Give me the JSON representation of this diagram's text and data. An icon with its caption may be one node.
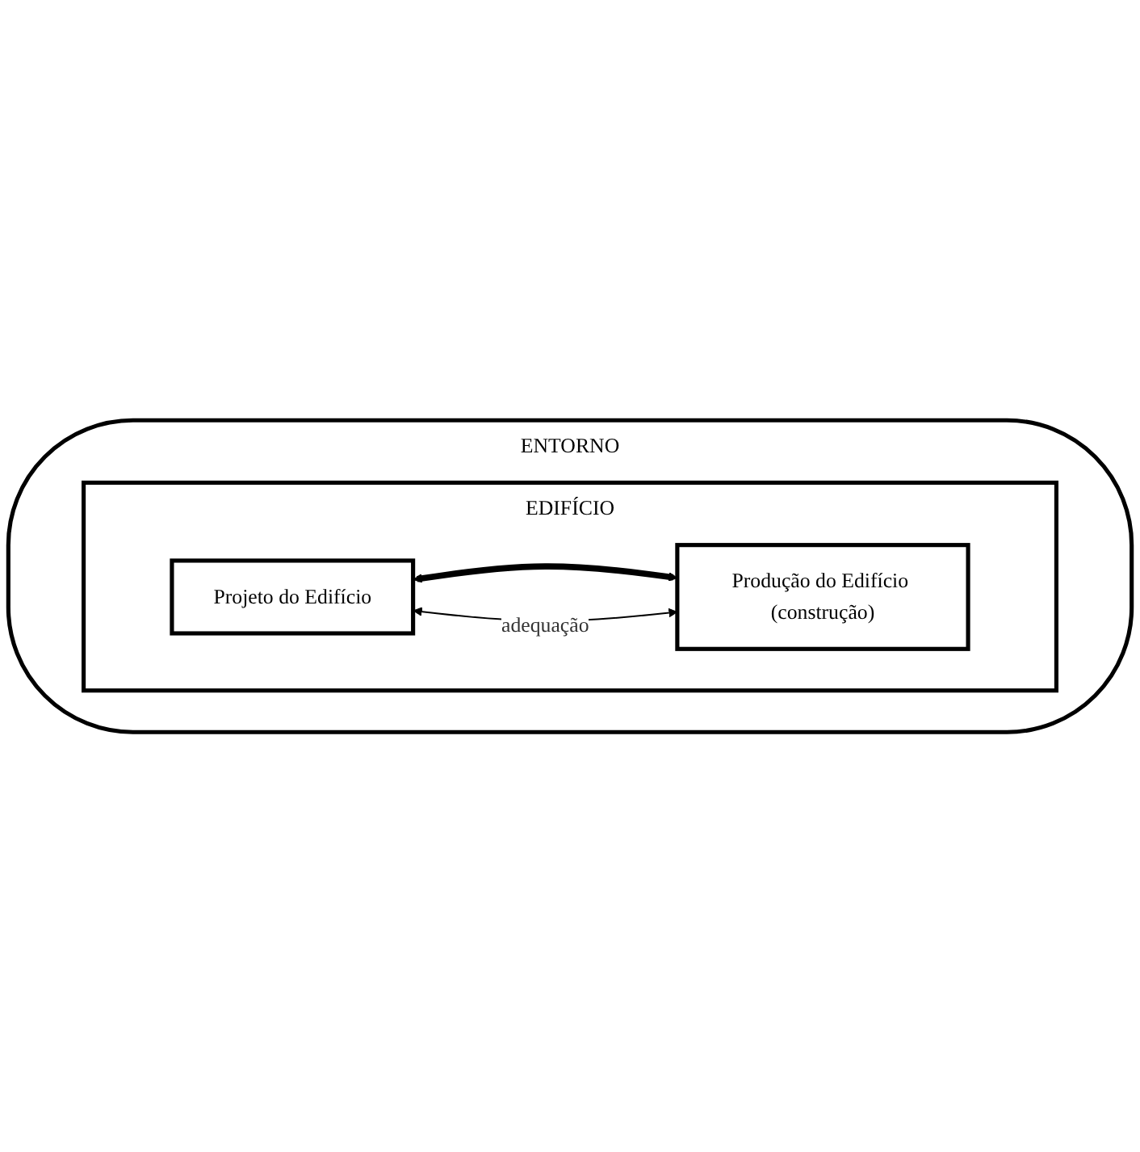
{
  "diagram": {
    "nodes": [
      {
        "text": [
          "ENTORNO"
        ]
      },
      {
        "text": [
          "EDIFÍCIO"
        ],
        "in": 0
      },
      {
        "text": [
          "Projeto do Edifício"
        ],
        "in": 1
      },
      {
        "text": [
          "Produção do Edifício (construção)"
        ],
        "in": 1
      }
    ],
    "edges": [
      {
        "from": 2,
        "to": 3,
        "arrow": "both",
        "style": "thick"
      },
      {
        "from": 2,
        "to": 3,
        "arrow": "both",
        "label": "adequação"
      }
    ]
  }
}
